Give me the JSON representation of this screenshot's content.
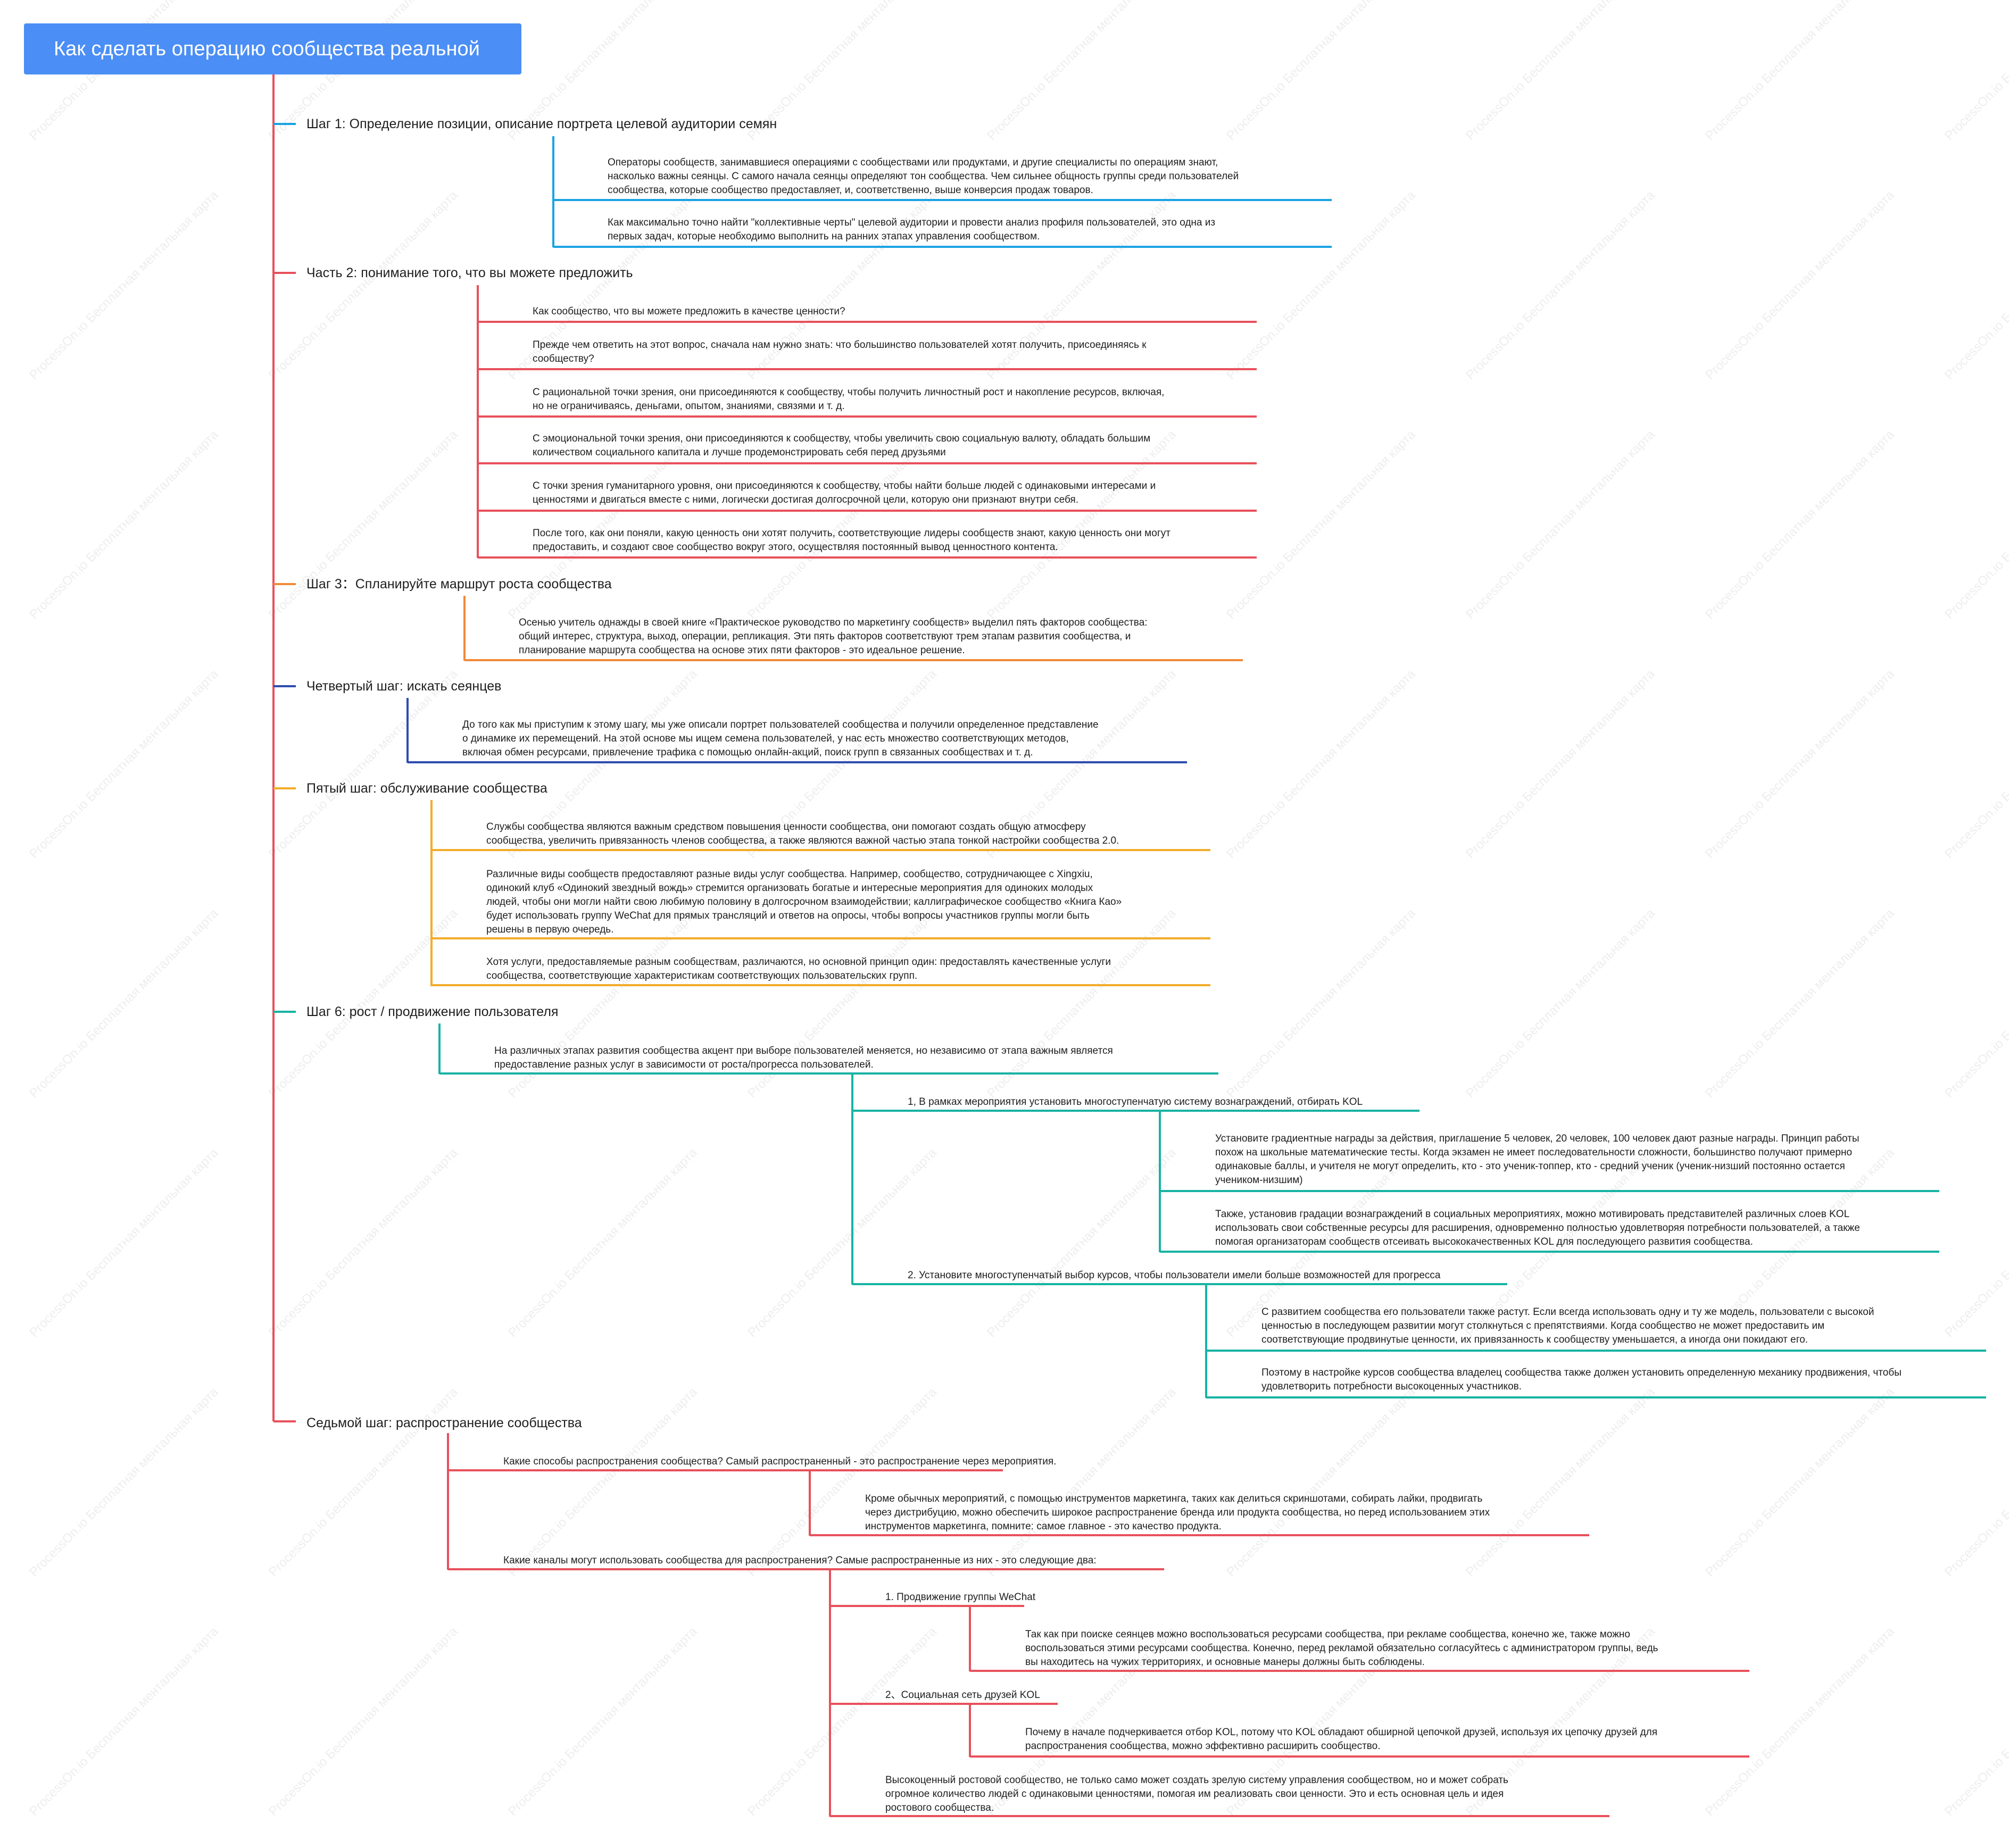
{
  "root": {
    "title": "Как сделать операцию сообщества реальной"
  },
  "watermark": "ProcessOn.io Бесплатная ментальная карта",
  "colors": {
    "root": "#4b8ef5",
    "step1": "#1aa3e3",
    "step2": "#e8505b",
    "step3": "#f08a3a",
    "step4": "#2e4cb0",
    "step5": "#f2ac2a",
    "step6": "#17b3a3",
    "step7": "#e8505b",
    "trunk": "#e8505b"
  },
  "steps": [
    {
      "title": "Шаг 1: Определение позиции, описание портрета целевой аудитории семян",
      "items": [
        "Операторы сообществ, занимавшиеся операциями с сообществами или продуктами, и другие специалисты по операциям знают,\nнасколько важны сеянцы. С самого начала сеянцы определяют тон сообщества. Чем сильнее общность группы среди пользователей\nсообщества, которые сообщество предоставляет, и, соответственно, выше конверсия продаж товаров.",
        "Как максимально точно найти \"коллективные черты\" целевой аудитории и провести анализ профиля пользователей, это одна из\nпервых задач, которые необходимо выполнить на ранних этапах управления сообществом."
      ]
    },
    {
      "title": "Часть 2: понимание того, что вы можете предложить",
      "items": [
        "Как сообщество, что вы можете предложить в качестве ценности?",
        "Прежде чем ответить на этот вопрос, сначала нам нужно знать: что большинство пользователей хотят получить, присоединяясь к\nсообществу?",
        "С рациональной точки зрения, они присоединяются к сообществу, чтобы получить личностный рост и накопление ресурсов, включая,\nно не ограничиваясь, деньгами, опытом, знаниями, связями и т. д.",
        "С эмоциональной точки зрения, они присоединяются к сообществу, чтобы увеличить свою социальную валюту, обладать большим\nколичеством социального капитала и лучше продемонстрировать себя перед друзьями",
        "С точки зрения гуманитарного уровня, они присоединяются к сообществу, чтобы найти больше людей с одинаковыми интересами и\nценностями и двигаться вместе с ними, логически достигая долгосрочной цели, которую они признают внутри себя.",
        "После того, как они поняли, какую ценность они хотят получить, соответствующие лидеры сообществ знают, какую ценность они могут\nпредоставить, и создают свое сообщество вокруг этого, осуществляя постоянный вывод ценностного контента."
      ]
    },
    {
      "title": "Шаг 3：Спланируйте маршрут роста сообщества",
      "items": [
        "Осенью учитель однажды в своей книге «Практическое руководство по маркетингу сообществ» выделил пять факторов сообщества:\nобщий интерес, структура, выход, операции, репликация. Эти пять факторов соответствуют трем этапам развития сообщества, и\nпланирование маршрута сообщества на основе этих пяти факторов - это идеальное решение."
      ]
    },
    {
      "title": "Четвертый шаг: искать сеянцев",
      "items": [
        "До того как мы приступим к этому шагу, мы уже описали портрет пользователей сообщества и получили определенное представление\nо динамике их перемещений. На этой основе мы ищем семена пользователей, у нас есть множество соответствующих методов,\nвключая обмен ресурсами, привлечение трафика с помощью онлайн-акций, поиск групп в связанных сообществах и т. д."
      ]
    },
    {
      "title": "Пятый шаг: обслуживание сообщества",
      "items": [
        "Службы сообщества являются важным средством повышения ценности сообщества, они помогают создать общую атмосферу\nсообщества, увеличить привязанность членов сообщества, а также являются важной частью этапа тонкой настройки сообщества 2.0.",
        "Различные виды сообществ предоставляют разные виды услуг сообщества. Например, сообщество, сотрудничающее с Xingxiu,\nодинокий клуб «Одинокий звездный вождь» стремится организовать богатые и интересные мероприятия для одиноких молодых\nлюдей, чтобы они могли найти свою любимую половину в долгосрочном взаимодействии; каллиграфическое сообщество «Книга Као»\nбудет использовать группу WeChat для прямых трансляций и ответов на опросы, чтобы вопросы участников группы могли быть\nрешены в первую очередь.",
        "Хотя услуги, предоставляемые разным сообществам, различаются, но основной принцип один: предоставлять качественные услуги\nсообщества, соответствующие характеристикам соответствующих пользовательских групп."
      ]
    },
    {
      "title": "Шаг 6: рост / продвижение пользователя",
      "intro": "На различных этапах развития сообщества акцент при выборе пользователей меняется, но независимо от этапа важным является\nпредоставление разных услуг в зависимости от роста/прогресса пользователей.",
      "branches": [
        {
          "title": "1, В рамках мероприятия установить многоступенчатую систему вознаграждений, отбирать KOL",
          "items": [
            "Установите градиентные награды за действия, приглашение 5 человек, 20 человек, 100 человек дают разные награды. Принцип работы\nпохож на школьные математические тесты. Когда экзамен не имеет последовательности сложности, большинство получают примерно\nодинаковые баллы, и учителя не могут определить, кто - это ученик-топпер, кто - средний ученик (ученик-низший постоянно остается\nучеником-низшим)",
            "Также, установив градации вознаграждений в социальных мероприятиях, можно мотивировать представителей различных слоев KOL\nиспользовать свои собственные ресурсы для расширения, одновременно полностью удовлетворяя потребности пользователей, а также\nпомогая организаторам сообществ отсеивать высококачественных KOL для последующего развития сообщества."
          ]
        },
        {
          "title": "2. Установите многоступенчатый выбор курсов, чтобы пользователи имели больше возможностей для прогресса",
          "items": [
            "С развитием сообщества его пользователи также растут. Если всегда использовать одну и ту же модель, пользователи с высокой\nценностью в последующем развитии могут столкнуться с препятствиями. Когда сообщество не может предоставить им\nсоответствующие продвинутые ценности, их привязанность к сообществу уменьшается, а иногда они покидают его.",
            "Поэтому в настройке курсов сообщества владелец сообщества также должен установить определенную механику продвижения, чтобы\nудовлетворить потребности высокоценных участников."
          ]
        }
      ]
    },
    {
      "title": "Седьмой шаг: распространение сообщества",
      "q1": "Какие способы распространения сообщества? Самый распространенный - это распространение через мероприятия.",
      "q1_item": "Кроме обычных мероприятий, с помощью инструментов маркетинга, таких как делиться скриншотами, собирать лайки, продвигать\nчерез дистрибуцию, можно обеспечить широкое распространение бренда или продукта сообщества, но перед использованием этих\nинструментов маркетинга, помните: самое главное - это качество продукта.",
      "q2": "Какие каналы могут использовать сообщества для распространения? Самые распространенные из них - это следующие два:",
      "channels": [
        {
          "title": "1. Продвижение группы WeChat",
          "item": "Так как при поиске сеянцев можно воспользоваться ресурсами сообщества, при рекламе сообщества, конечно же, также можно\nвоспользоваться этими ресурсами сообщества. Конечно, перед рекламой обязательно согласуйтесь с администратором группы, ведь\nвы находитесь на чужих территориях, и основные манеры должны быть соблюдены."
        },
        {
          "title": "2、Социальная сеть друзей KOL",
          "item": "Почему в начале подчеркивается отбор KOL, потому что KOL обладают обширной цепочкой друзей, используя их цепочку друзей для\nраспространения сообщества, можно эффективно расширить сообщество."
        }
      ],
      "conclusion": "Высокоценный ростовой сообщество, не только само может создать зрелую систему управления сообществом, но и может собрать\nогромное количество людей с одинаковыми ценностями, помогая им реализовать свои ценности. Это и есть основная цель и идея\nростового сообщества."
    }
  ]
}
